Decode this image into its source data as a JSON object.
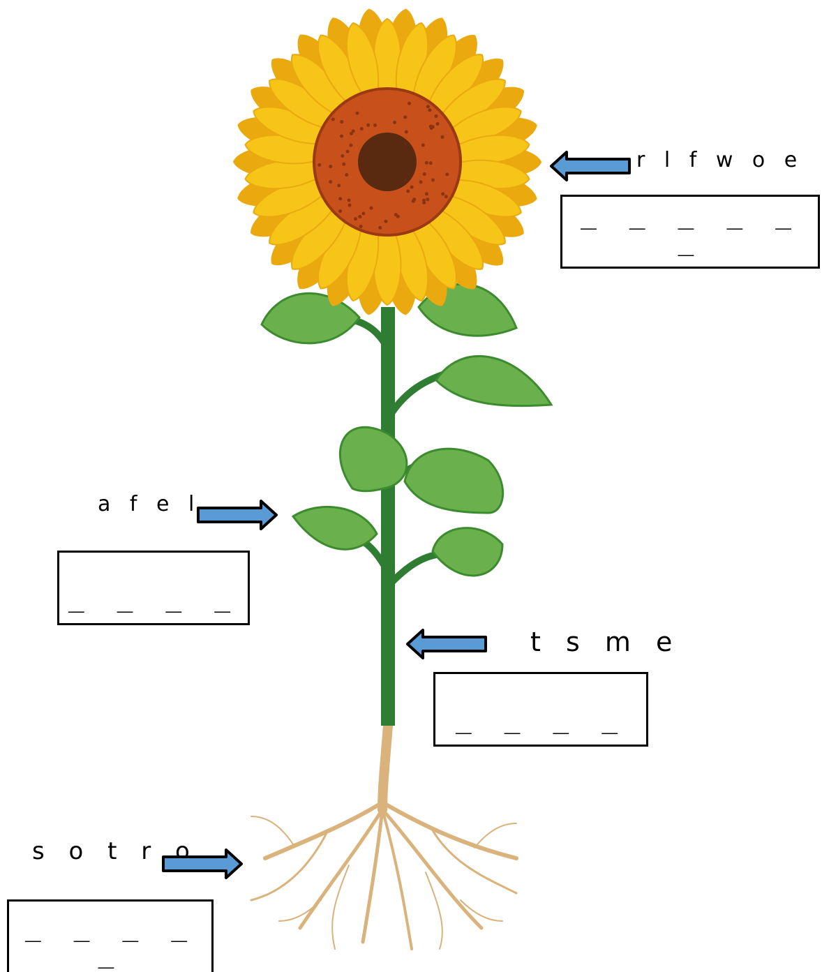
{
  "worksheet": {
    "labels": [
      {
        "part": "flower",
        "scrambled": "r l f w o e",
        "blanks": "_ _ _ _ _ _",
        "arrow_direction": "left"
      },
      {
        "part": "leaf",
        "scrambled": "a f e l",
        "blanks": "_ _ _ _",
        "arrow_direction": "right"
      },
      {
        "part": "stem",
        "scrambled": "t s m e",
        "blanks": "_ _ _ _",
        "arrow_direction": "left"
      },
      {
        "part": "roots",
        "scrambled": "s o t r o",
        "blanks": "_ _ _ _ _",
        "arrow_direction": "right"
      }
    ]
  },
  "colors": {
    "arrow_fill": "#5b9bd5",
    "petal": "#f7c418",
    "petal_dark": "#e9a90f",
    "flower_center": "#c8501a",
    "flower_core": "#5a2a10",
    "stem": "#2f7d32",
    "leaf": "#6ab04c",
    "leaf_dark": "#3d8b2f",
    "root": "#d9b27c"
  }
}
